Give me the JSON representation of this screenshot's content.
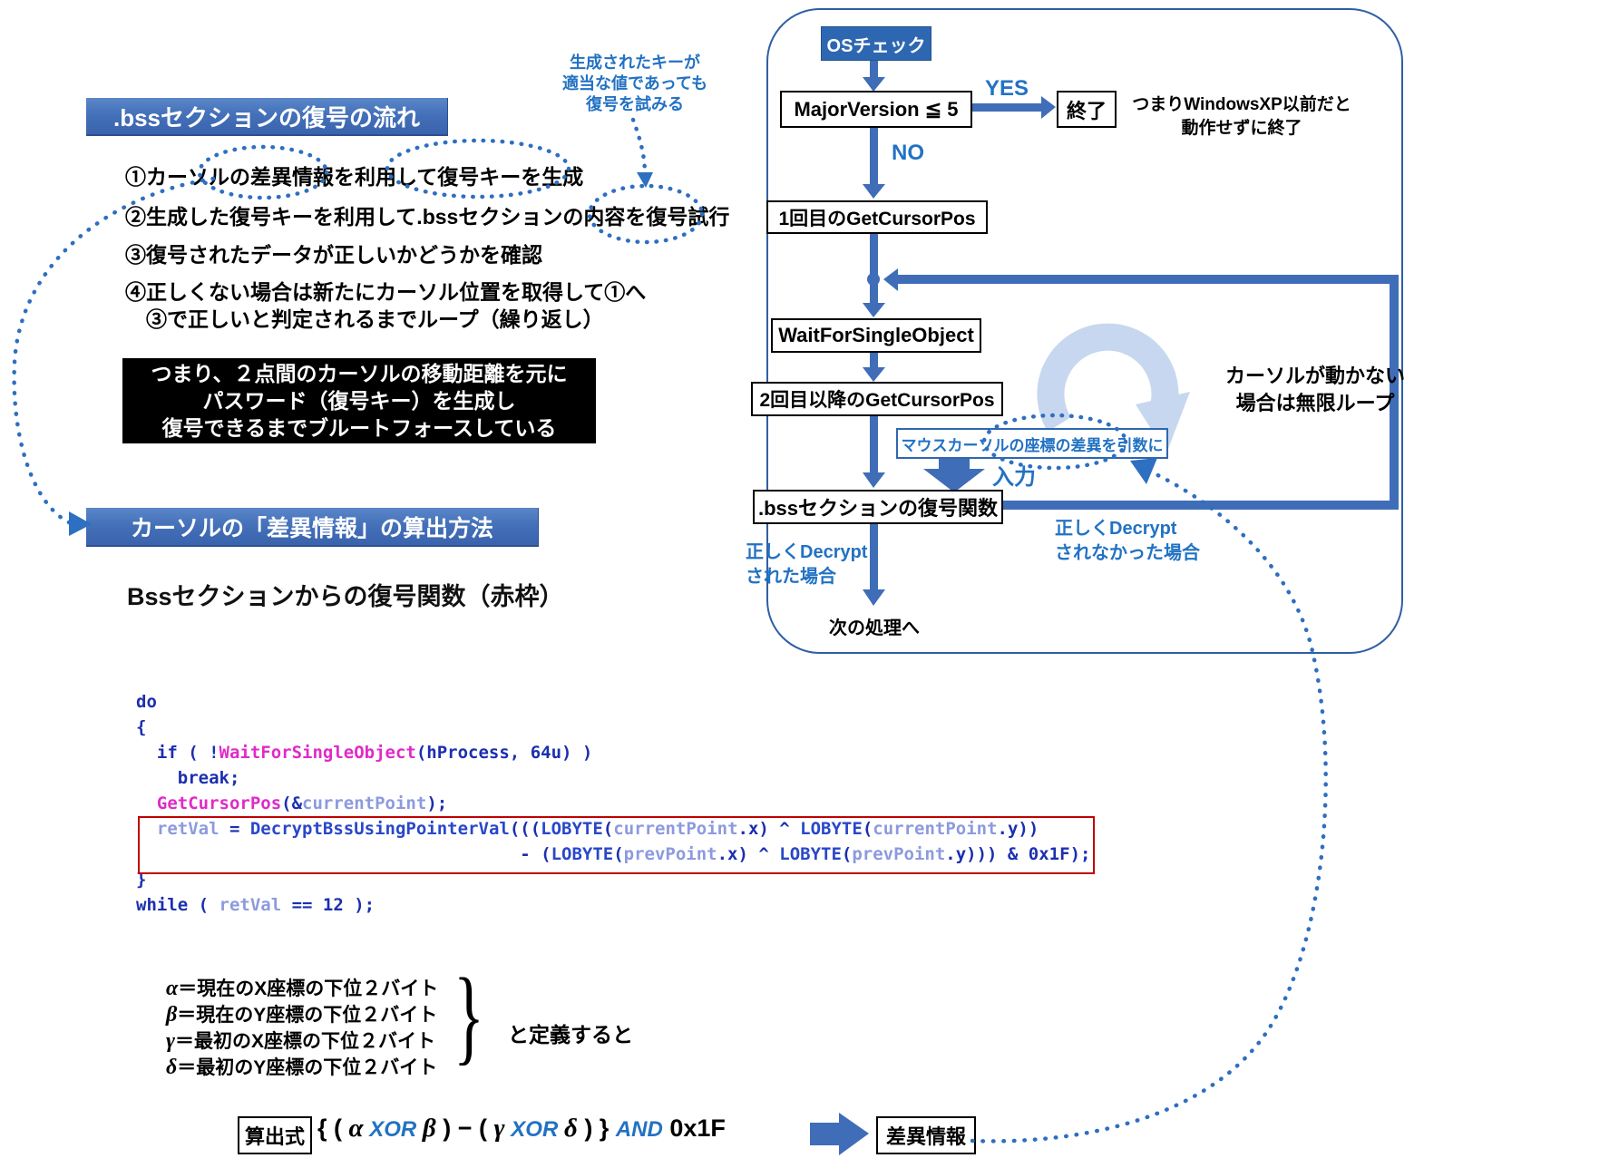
{
  "colors": {
    "accent_blue": "#3f6db8",
    "flow_border": "#2e5fa3",
    "text_blue": "#2272c3",
    "header_bg": "#3f6ab5",
    "red_frame": "#c00000",
    "loop_icon_blue": "#c7d7ef"
  },
  "left": {
    "header1": ".bssセクションの復号の流れ",
    "key_note": [
      "生成されたキーが",
      "適当な値であっても",
      "復号を試みる"
    ],
    "steps": [
      "①カーソルの差異情報を利用して復号キーを生成",
      "②生成した復号キーを利用して.bssセクションの内容を復号試行",
      "③復号されたデータが正しいかどうかを確認",
      "④正しくない場合は新たにカーソル位置を取得して①へ",
      "　③で正しいと判定されるまでループ（繰り返し）"
    ],
    "summary": [
      "つまり、２点間のカーソルの移動距離を元に",
      "パスワード（復号キー）を生成し",
      "復号できるまでブルートフォースしている"
    ],
    "header2": "カーソルの「差異情報」の算出方法"
  },
  "code": {
    "title": "Bssセクションからの復号関数（赤枠）",
    "lines": [
      [
        {
          "c": "kw",
          "t": "do"
        }
      ],
      [
        {
          "c": "kw",
          "t": "{"
        }
      ],
      [
        {
          "c": "kw",
          "t": "  if ( !"
        },
        {
          "c": "fn",
          "t": "WaitForSingleObject"
        },
        {
          "c": "kw",
          "t": "(hProcess, 64u) )"
        }
      ],
      [
        {
          "c": "kw",
          "t": "    break;"
        }
      ],
      [
        {
          "c": "fn",
          "t": "  GetCursorPos"
        },
        {
          "c": "kw",
          "t": "(&"
        },
        {
          "c": "var",
          "t": "currentPoint"
        },
        {
          "c": "kw",
          "t": ");"
        }
      ],
      [
        {
          "c": "var",
          "t": "  retVal"
        },
        {
          "c": "kw",
          "t": " = "
        },
        {
          "c": "fnb",
          "t": "DecryptBssUsingPointerVal"
        },
        {
          "c": "kw",
          "t": "((("
        },
        {
          "c": "fnb",
          "t": "LOBYTE"
        },
        {
          "c": "kw",
          "t": "("
        },
        {
          "c": "var",
          "t": "currentPoint"
        },
        {
          "c": "kw",
          "t": ".x) ^ "
        },
        {
          "c": "fnb",
          "t": "LOBYTE"
        },
        {
          "c": "kw",
          "t": "("
        },
        {
          "c": "var",
          "t": "currentPoint"
        },
        {
          "c": "kw",
          "t": ".y))"
        }
      ],
      [
        {
          "c": "kw",
          "t": "                                     - ("
        },
        {
          "c": "fnb",
          "t": "LOBYTE"
        },
        {
          "c": "kw",
          "t": "("
        },
        {
          "c": "var",
          "t": "prevPoint"
        },
        {
          "c": "kw",
          "t": ".x) ^ "
        },
        {
          "c": "fnb",
          "t": "LOBYTE"
        },
        {
          "c": "kw",
          "t": "("
        },
        {
          "c": "var",
          "t": "prevPoint"
        },
        {
          "c": "kw",
          "t": ".y))) & 0x1F);"
        }
      ],
      [
        {
          "c": "kw",
          "t": "}"
        }
      ],
      [
        {
          "c": "kw",
          "t": "while ( "
        },
        {
          "c": "var",
          "t": "retVal"
        },
        {
          "c": "kw",
          "t": " == 12 );"
        }
      ]
    ]
  },
  "defs": {
    "rows": [
      {
        "g": "α",
        "t": "＝現在のX座標の下位２バイト"
      },
      {
        "g": "β",
        "t": "＝現在のY座標の下位２バイト"
      },
      {
        "g": "γ",
        "t": "＝最初のX座標の下位２バイト"
      },
      {
        "g": "δ",
        "t": "＝最初のY座標の下位２バイト"
      }
    ],
    "brace": "}",
    "note": "と定義すると"
  },
  "formula": {
    "label": "算出式",
    "p1": "{ ( ",
    "a": "α",
    "xor1": " XOR ",
    "b": "β",
    "p2": " ) − ( ",
    "g": "γ",
    "xor2": " XOR ",
    "d": "δ",
    "p3": " ) } ",
    "and": "AND",
    "hex": " 0x1F",
    "result": "差異情報"
  },
  "flow": {
    "os_check": "OSチェック",
    "major": "MajorVersion ≦ 5",
    "yes": "YES",
    "no": "NO",
    "end": "終了",
    "end_note": [
      "つまりWindowsXP以前だと",
      "動作せずに終了"
    ],
    "get1": "1回目のGetCursorPos",
    "wait": "WaitForSingleObject",
    "get2": "2回目以降のGetCursorPos",
    "arg_note": "マウスカーソルの座標の差異を引数に",
    "input": "入力",
    "bss_fn": ".bssセクションの復号関数",
    "ok_note": [
      "正しくDecrypt",
      "された場合"
    ],
    "ng_note": [
      "正しくDecrypt",
      "されなかった場合"
    ],
    "next": "次の処理へ",
    "loop_note": [
      "カーソルが動かない",
      "場合は無限ループ"
    ]
  }
}
